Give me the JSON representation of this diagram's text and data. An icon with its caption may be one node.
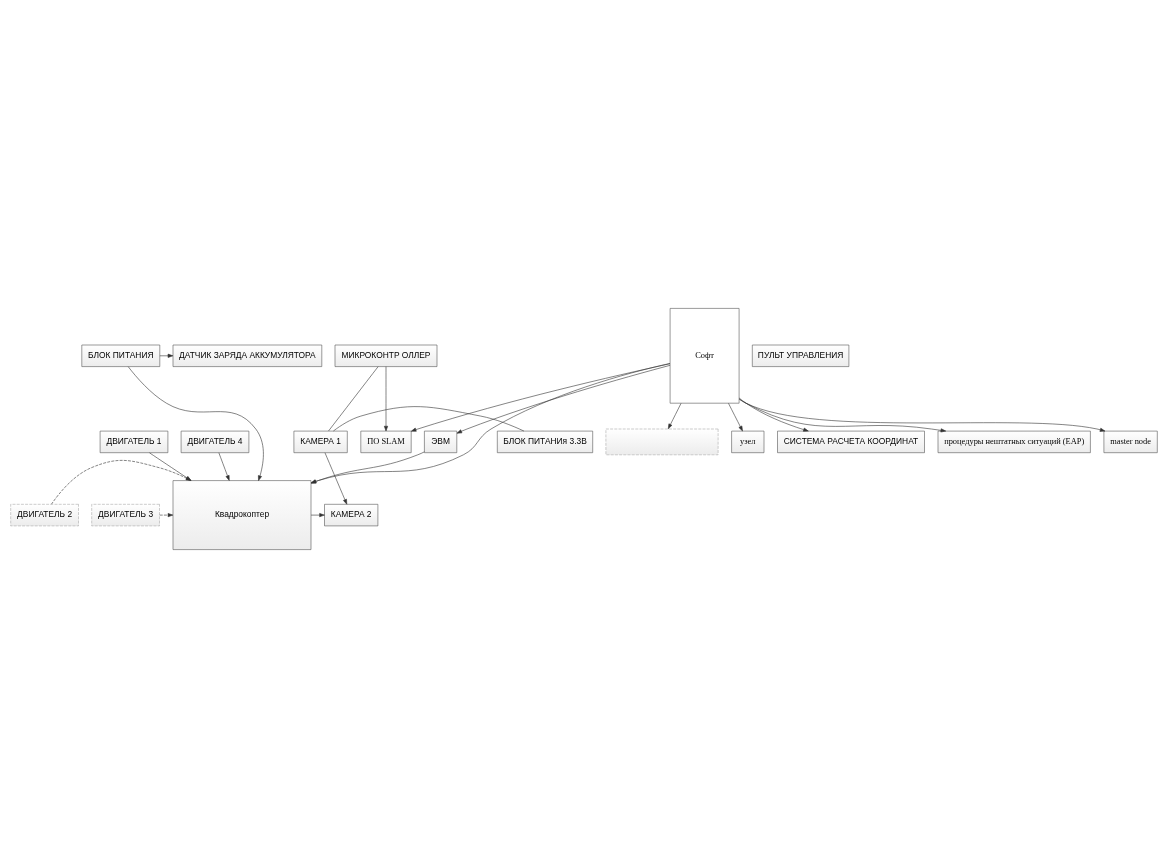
{
  "diagram": {
    "nodes": [
      {
        "text": [
          "МИКРОКОНТР ОЛЛЕР"
        ]
      },
      {
        "text": [
          "ПУЛЬТ УПРАВЛЕНИЯ"
        ]
      },
      {
        "text": [
          "БЛОК ПИТАНИЯ"
        ]
      },
      {
        "text": [
          "ДАТЧИК ЗАРЯДА АККУМУЛЯТОРА"
        ]
      },
      {
        "text": [
          "КАМЕРА 1"
        ]
      },
      {
        "text": [
          "БЛОК ПИТАНИя 3.3В"
        ]
      },
      {
        "text": [
          "ДВИГАТЕЛЬ 1"
        ]
      },
      {
        "text": [
          "КАМЕРА 2"
        ]
      },
      {
        "text": [
          "Квадрокоптер"
        ]
      },
      {
        "text": [
          "ДВИГАТЕЛЬ 2"
        ]
      },
      {
        "text": [
          "ДВИГАТЕЛЬ 3"
        ]
      },
      {
        "text": [
          "ЭВМ"
        ]
      },
      {
        "text": [
          "ДВИГАТЕЛЬ 4"
        ]
      },
      {
        "text": [
          "ПО SLAM"
        ]
      },
      {
        "text": [
          "Софт"
        ]
      },
      {
        "text": [
          "процедуры нештатных ситуаций (EAP)"
        ]
      },
      {
        "text": [
          "master node"
        ]
      },
      {
        "text": [],
        "shape": "box"
      },
      {
        "text": [
          "узел"
        ]
      },
      {
        "text": [
          "СИСТЕМА РАСЧЕТА КООРДИНАТ"
        ]
      }
    ],
    "edges": [
      {
        "from": 0,
        "to": 4,
        "arrow": "none"
      },
      {
        "from": 4,
        "to": 5,
        "arrow": "none"
      },
      {
        "from": 2,
        "to": 3,
        "arrow": "to"
      },
      {
        "from": 2,
        "to": 8,
        "arrow": "to"
      },
      {
        "from": 6,
        "to": 8,
        "arrow": "to"
      },
      {
        "from": 9,
        "to": 8,
        "arrow": "to",
        "style": "dashed"
      },
      {
        "from": 10,
        "to": 8,
        "arrow": "to",
        "style": "dashed"
      },
      {
        "from": 12,
        "to": 8,
        "arrow": "to"
      },
      {
        "from": 4,
        "to": 7,
        "arrow": "to"
      },
      {
        "from": 8,
        "to": 7,
        "arrow": "to"
      },
      {
        "from": 11,
        "to": 8,
        "arrow": "to"
      },
      {
        "from": 0,
        "to": 13,
        "arrow": "to"
      },
      {
        "from": 14,
        "to": 8,
        "arrow": "to"
      },
      {
        "from": 14,
        "to": 11,
        "arrow": "to"
      },
      {
        "from": 14,
        "to": 13,
        "arrow": "to"
      },
      {
        "from": 14,
        "to": 16,
        "arrow": "to"
      },
      {
        "from": 14,
        "to": 18,
        "arrow": "to"
      },
      {
        "from": 14,
        "to": 15,
        "arrow": "to"
      },
      {
        "from": 14,
        "to": 17,
        "arrow": "to"
      },
      {
        "from": 14,
        "to": 19,
        "arrow": "to"
      }
    ]
  }
}
